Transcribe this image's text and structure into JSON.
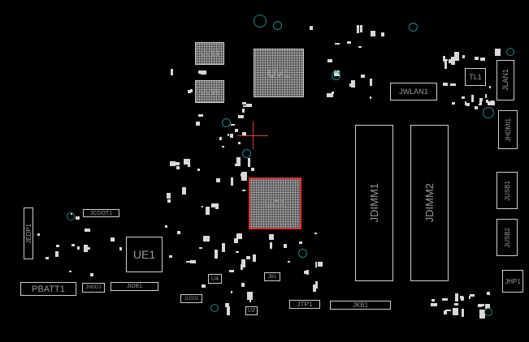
{
  "components": {
    "UV13": "UV13",
    "UV1": "UV1",
    "UV15": "UV15",
    "JWLAN1": "JWLAN1",
    "TL1": "TL1",
    "JLAN1": "JLAN1",
    "JHDMI1": "JHDMI1",
    "JUSB1": "JUSB1",
    "JUSB2": "JUSB2",
    "JHP1": "JHP1",
    "UC1": "UC1",
    "JDIMM1": "JDIMM1",
    "JDIMM2": "JDIMM2",
    "UE1": "UE1",
    "JEDP1": "JEDP1",
    "JCDOT1": "JCDOT1",
    "PBATT1": "PBATT1",
    "JHDD1": "JHDD1",
    "JIDB1": "JIDB1",
    "JLED1": "JLED1",
    "U4": "U4",
    "U2": "U2",
    "JB1": "JB1",
    "JTP1": "JTP1",
    "JKB1": "JKB1"
  },
  "colors": {
    "selected": "#e03030",
    "silkscreen": "#cfcfcf",
    "hole": "#1d8a84"
  }
}
